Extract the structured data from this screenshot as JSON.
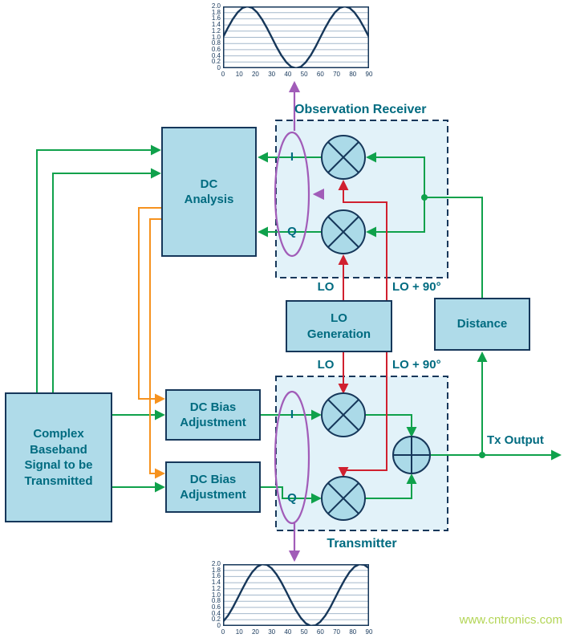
{
  "blocks": {
    "complex_baseband": {
      "label": [
        "Complex",
        "Baseband",
        "Signal to be",
        "Transmitted"
      ]
    },
    "dc_analysis": {
      "label": [
        "DC",
        "Analysis"
      ]
    },
    "dc_bias_1": {
      "label": [
        "DC Bias",
        "Adjustment"
      ]
    },
    "dc_bias_2": {
      "label": [
        "DC Bias",
        "Adjustment"
      ]
    },
    "lo_generation": {
      "label": [
        "LO",
        "Generation"
      ]
    },
    "distance": {
      "label": [
        "Distance"
      ]
    }
  },
  "labels": {
    "observation_receiver": "Observation Receiver",
    "transmitter": "Transmitter",
    "lo_top": "LO",
    "lo90_top": "LO + 90°",
    "lo_bottom": "LO",
    "lo90_bottom": "LO + 90°",
    "tx_output": "Tx Output",
    "obs_i": "I",
    "obs_q": "Q",
    "tx_i": "I",
    "tx_q": "Q",
    "watermark": "www.cntronics.com"
  },
  "colors": {
    "block_fill": "#AFDBE9",
    "dashed_fill": "#E2F2F9",
    "outline_navy": "#16375A",
    "label_teal": "#006B80",
    "green": "#0FA14B",
    "red": "#D0202F",
    "orange": "#F6921E",
    "purple": "#A15CB8",
    "gridline": "#A4B8CB",
    "curve_navy": "#16375A",
    "watermark_green": "#A6CE39"
  },
  "chart_data": [
    {
      "id": "observation-i-waveform",
      "type": "line",
      "xlim": [
        0,
        90
      ],
      "ylim": [
        0,
        2
      ],
      "grid": "horizontal",
      "y_ticks": [
        "2.0",
        "1.8",
        "1.6",
        "1.4",
        "1.2",
        "1.0",
        "0.8",
        "0.6",
        "0.4",
        "0.2",
        "0"
      ],
      "x_ticks": [
        "0",
        "10",
        "20",
        "30",
        "40",
        "50",
        "60",
        "70",
        "80",
        "90"
      ],
      "x": [
        0,
        3,
        6,
        9,
        12,
        15,
        18,
        21,
        24,
        27,
        30,
        33,
        36,
        39,
        42,
        45,
        48,
        51,
        54,
        57,
        60,
        63,
        66,
        69,
        72,
        75,
        78,
        81,
        84,
        87,
        90
      ],
      "y": [
        1,
        1.309,
        1.588,
        1.809,
        1.951,
        2,
        1.951,
        1.809,
        1.588,
        1.309,
        1,
        0.691,
        0.412,
        0.191,
        0.049,
        0,
        0.049,
        0.191,
        0.412,
        0.691,
        1,
        1.309,
        1.588,
        1.809,
        1.951,
        2,
        1.951,
        1.809,
        1.588,
        1.309,
        1
      ]
    },
    {
      "id": "transmitter-q-waveform",
      "type": "line",
      "xlim": [
        0,
        90
      ],
      "ylim": [
        0,
        2
      ],
      "grid": "horizontal",
      "y_ticks": [
        "2.0",
        "1.8",
        "1.6",
        "1.4",
        "1.2",
        "1.0",
        "0.8",
        "0.6",
        "0.4",
        "0.2",
        "0"
      ],
      "x_ticks": [
        "0",
        "10",
        "20",
        "30",
        "40",
        "50",
        "60",
        "70",
        "80",
        "90"
      ],
      "x": [
        0,
        3,
        6,
        9,
        12,
        15,
        18,
        21,
        24,
        27,
        30,
        33,
        36,
        39,
        42,
        45,
        48,
        51,
        54,
        57,
        60,
        63,
        66,
        69,
        72,
        75,
        78,
        81,
        84,
        87,
        90
      ],
      "y": [
        0.134,
        0.331,
        0.593,
        0.895,
        1.208,
        1.5,
        1.743,
        1.914,
        1.995,
        1.978,
        1.866,
        1.669,
        1.407,
        1.105,
        0.792,
        0.5,
        0.257,
        0.086,
        0.005,
        0.022,
        0.134,
        0.331,
        0.593,
        0.895,
        1.208,
        1.5,
        1.743,
        1.914,
        1.995,
        1.978,
        1.866
      ]
    }
  ]
}
